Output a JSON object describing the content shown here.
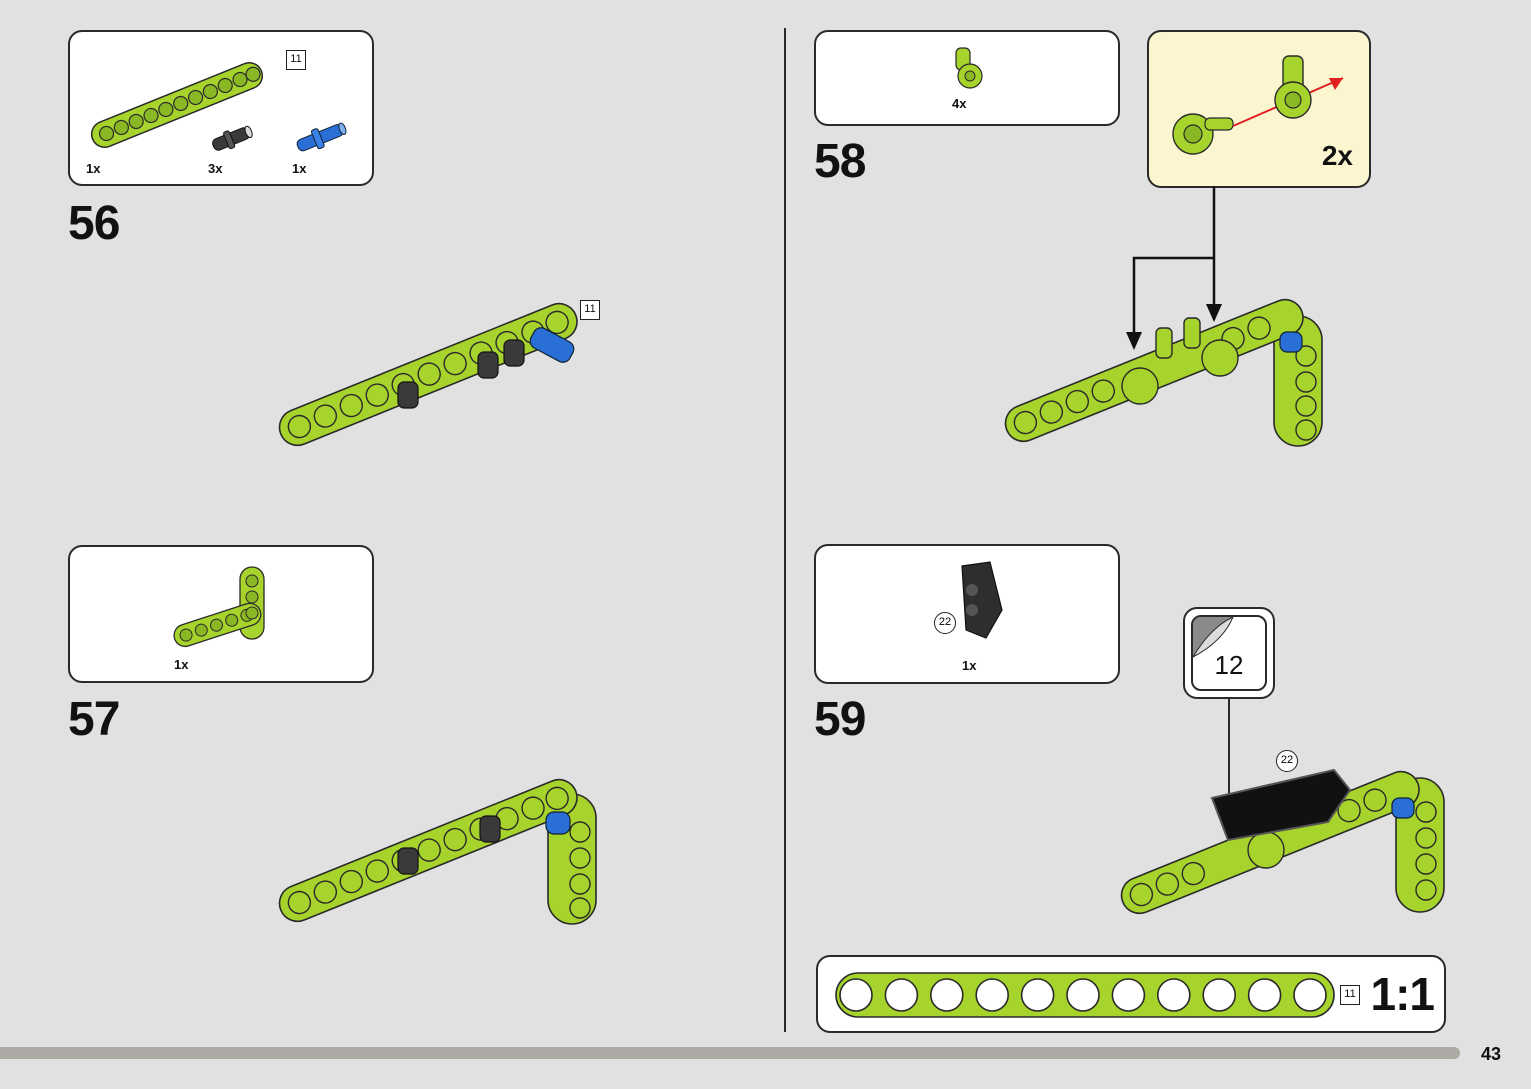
{
  "page_number": "43",
  "colors": {
    "lime": "#a6d32c",
    "lime_dark": "#6e8e1a",
    "blue": "#2a6fd6",
    "dark_grey": "#3a3a3a",
    "red": "#e02020",
    "background": "#e1e1e1",
    "subassembly_bg": "#fbf6d0"
  },
  "steps": [
    {
      "number": "56",
      "callout": {
        "parts": [
          {
            "qty": "1x",
            "icon": "lime-beam-11-icon",
            "length": "11"
          },
          {
            "qty": "3x",
            "icon": "black-pin-icon"
          },
          {
            "qty": "1x",
            "icon": "blue-axle-pin-icon"
          }
        ]
      },
      "model_length_label": "11"
    },
    {
      "number": "57",
      "callout": {
        "parts": [
          {
            "qty": "1x",
            "icon": "lime-l-beam-icon"
          }
        ]
      }
    },
    {
      "number": "58",
      "callout": {
        "parts": [
          {
            "qty": "4x",
            "icon": "lime-axle-connector-icon"
          }
        ]
      },
      "subassembly": {
        "multiplier": "2x"
      }
    },
    {
      "number": "59",
      "callout": {
        "parts": [
          {
            "qty": "1x",
            "icon": "black-panel-icon",
            "sticker_ref": "22"
          }
        ]
      },
      "sticker": {
        "number": "12",
        "ref": "22"
      }
    }
  ],
  "scale": {
    "length_label": "11",
    "ratio": "1:1",
    "holes": 11
  }
}
